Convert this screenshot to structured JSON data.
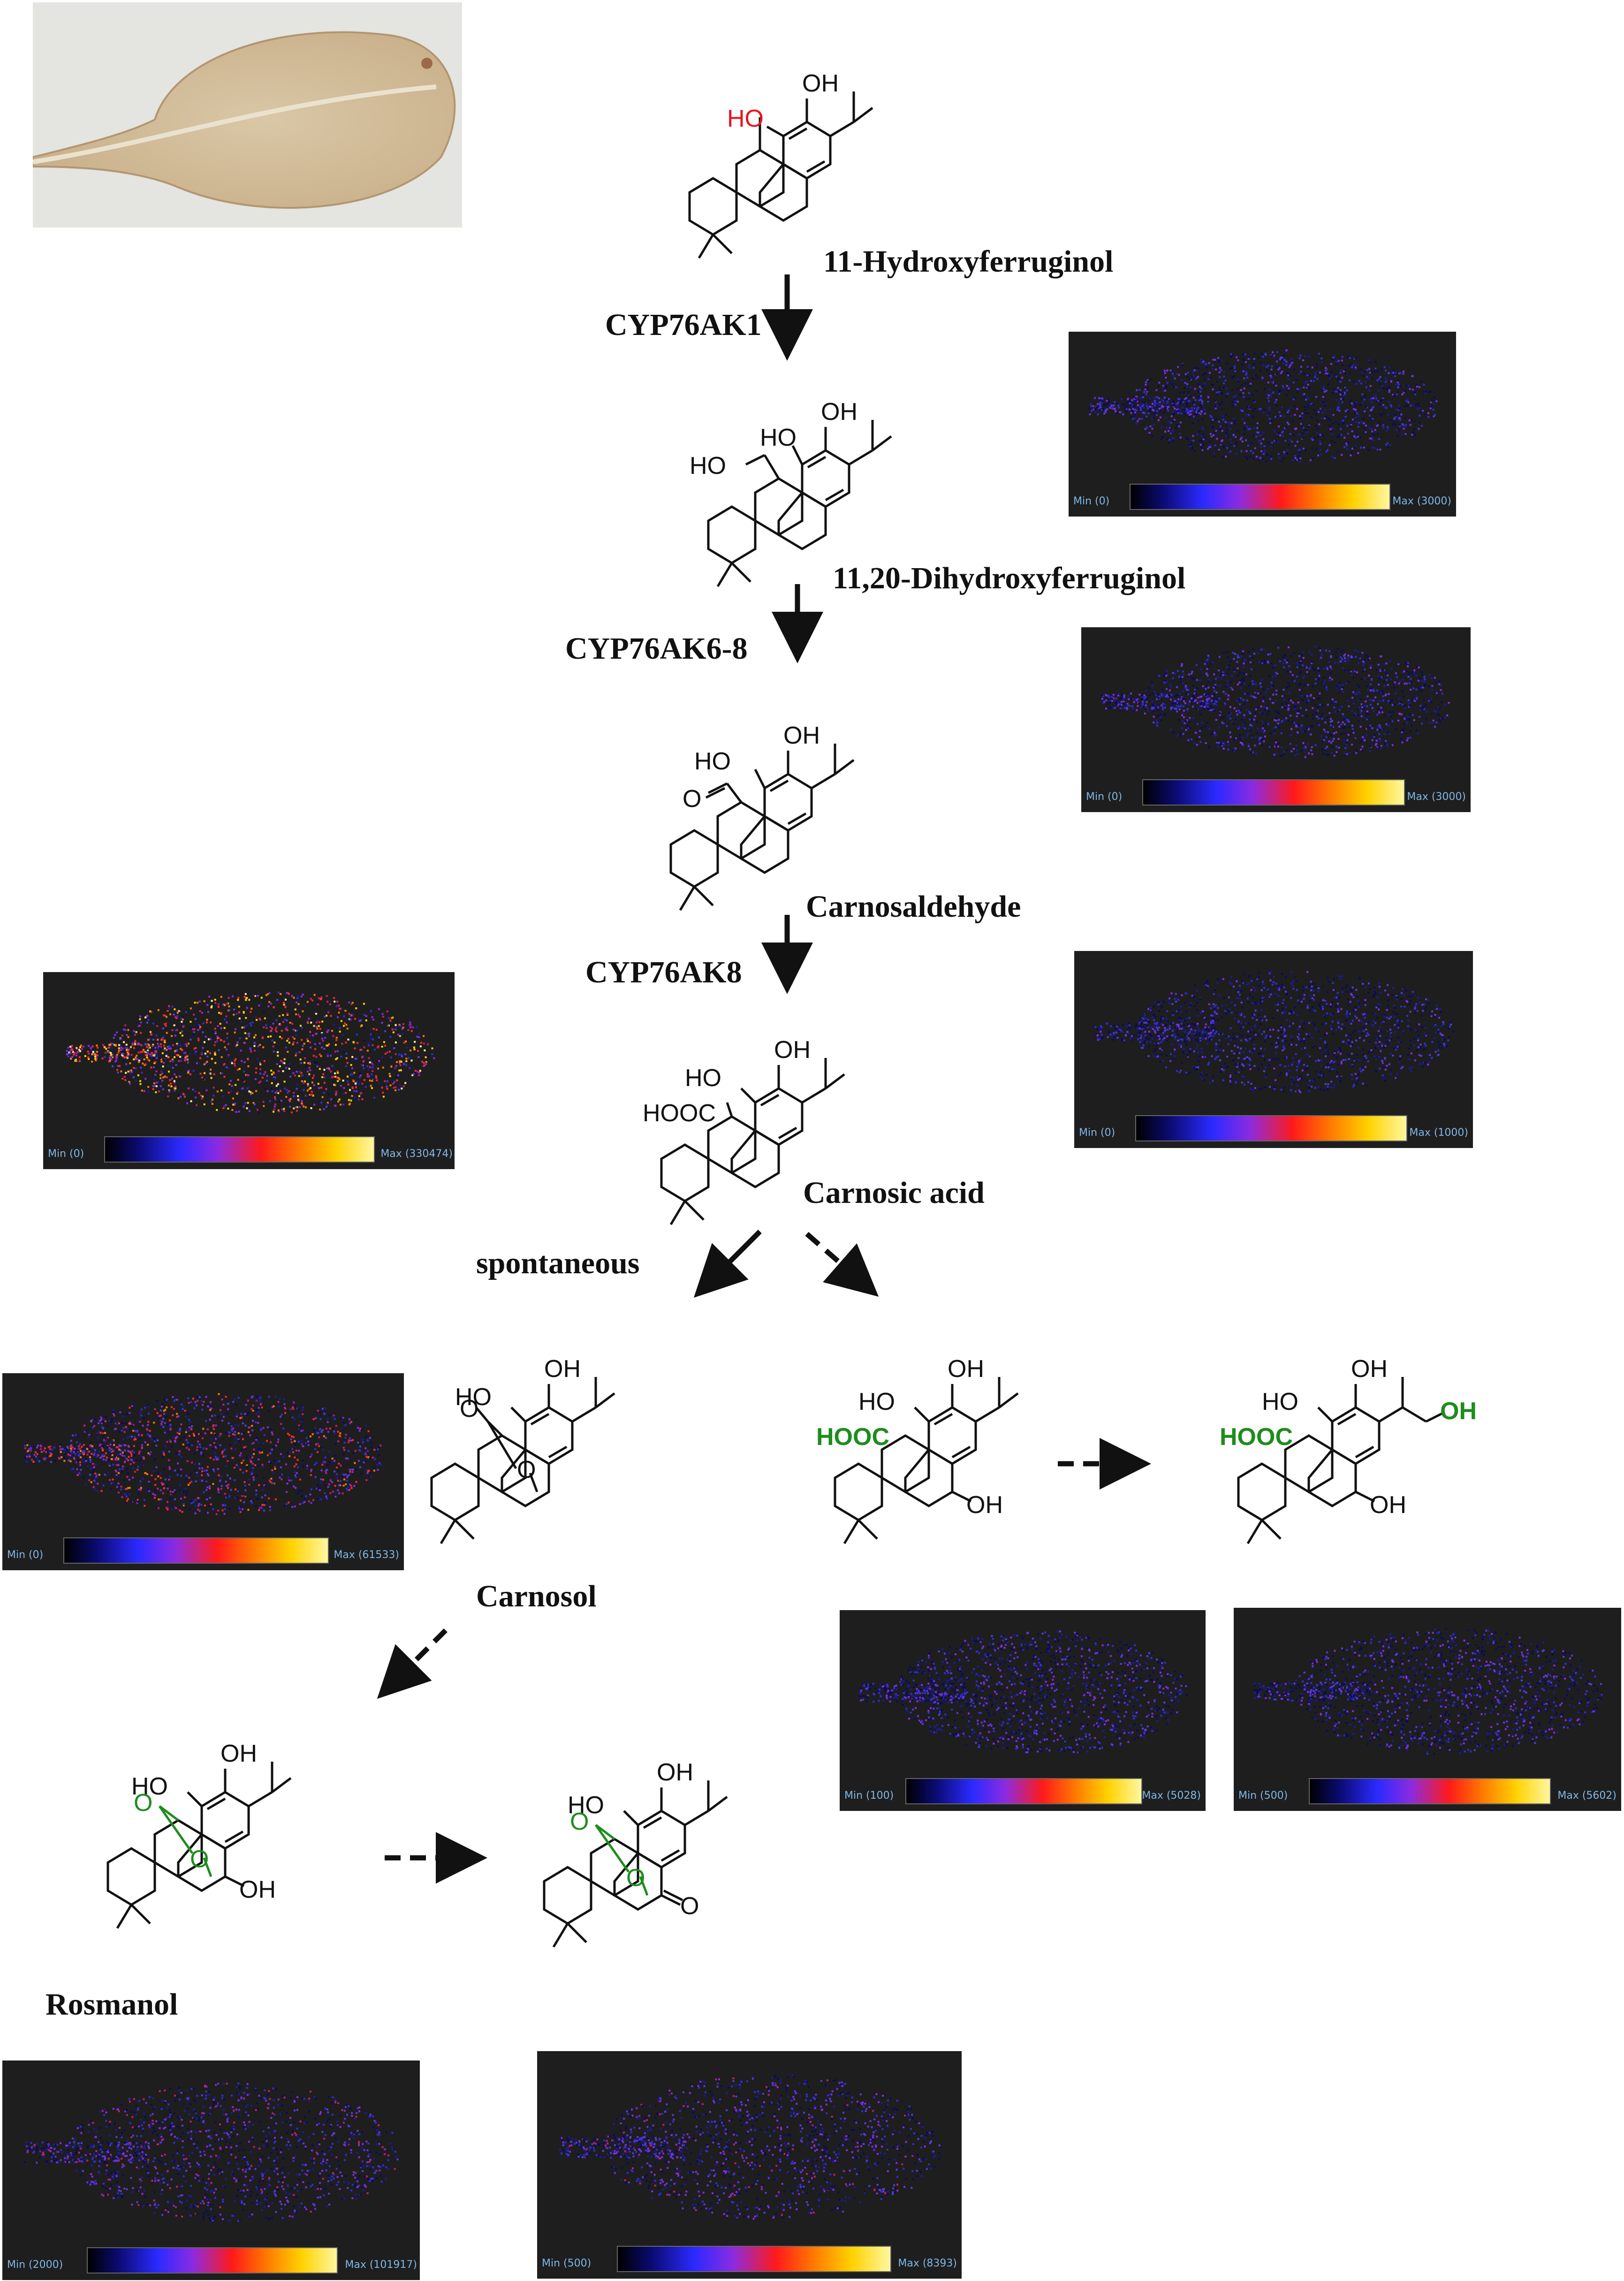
{
  "enzymes": {
    "e1": "CYP76AK1",
    "e2": "CYP76AK6-8",
    "e3": "CYP76AK8",
    "spont": "spontaneous"
  },
  "compounds": {
    "c1": "11-Hydroxyferruginol",
    "c2": "11,20-Dihydroxyferruginol",
    "c3": "Carnosaldehyde",
    "c4": "Carnosic acid",
    "c5": "Carnosol",
    "c6": "Rosmanol"
  },
  "atoms": {
    "oh": "OH",
    "ho": "HO",
    "hooc": "HOOC",
    "o": "O"
  },
  "colors": {
    "highlight_red": "#e8141e",
    "highlight_green": "#1e8c1e",
    "ink": "#111111",
    "msi_bg": "#1e1e1e",
    "colorbar_label": "#7fb8e8"
  },
  "images": {
    "photo": {
      "icon": "leaf-photo"
    },
    "m1": {
      "min": "Min (0)",
      "max": "Max (3000)"
    },
    "m2": {
      "min": "Min (0)",
      "max": "Max (3000)"
    },
    "m3": {
      "min": "Min (0)",
      "max": "Max (1000)"
    },
    "m4": {
      "min": "Min (0)",
      "max": "Max (330474)"
    },
    "m5": {
      "min": "Min (0)",
      "max": "Max (61533)"
    },
    "m6": {
      "min": "Min (100)",
      "max": "Max (5028)"
    },
    "m7": {
      "min": "Min (500)",
      "max": "Max (5602)"
    },
    "m8": {
      "min": "Min (2000)",
      "max": "Max (101917)"
    },
    "m9": {
      "min": "Min (500)",
      "max": "Max (8393)"
    }
  }
}
